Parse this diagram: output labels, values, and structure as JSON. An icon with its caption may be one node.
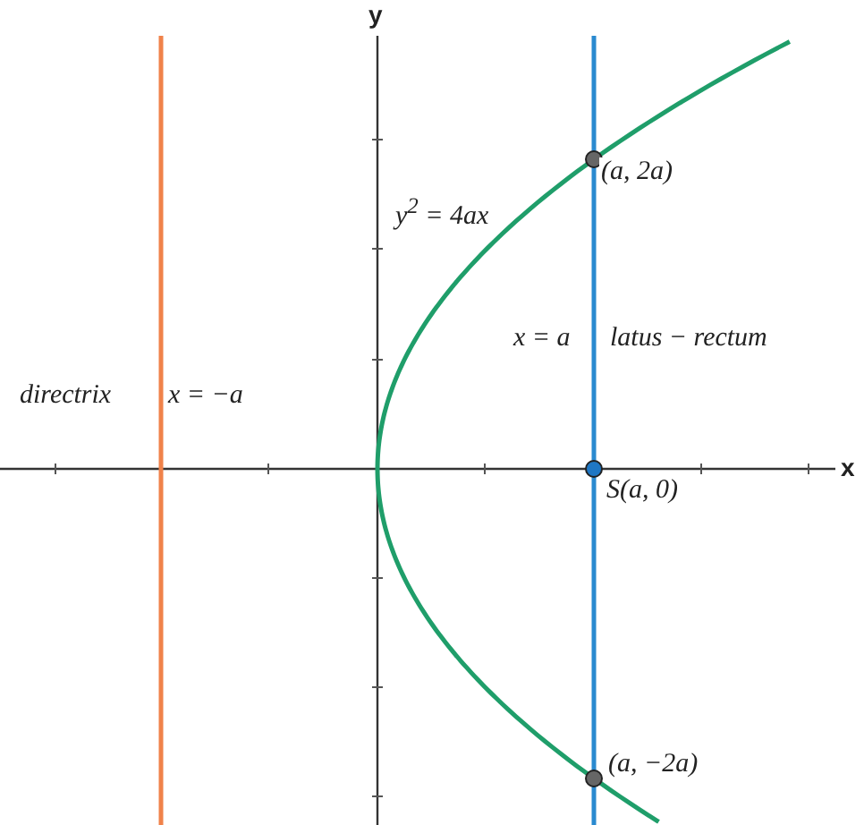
{
  "diagram": {
    "labels": [
      "y",
      "(a, 2a)",
      "y$^{2}$ = 4ax",
      "x = a",
      "latus − rectum",
      "directrix",
      "x = −a",
      "x",
      "S(a, 0)",
      "(a, −2a)"
    ]
  }
}
